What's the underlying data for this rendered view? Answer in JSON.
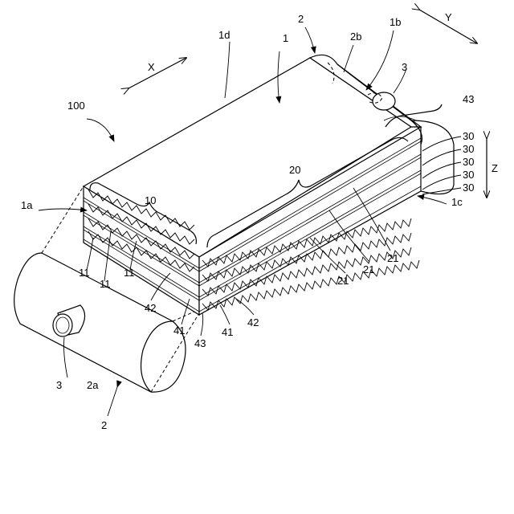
{
  "labels": {
    "n100": "100",
    "n1": "1",
    "n1a": "1a",
    "n1b": "1b",
    "n1c": "1c",
    "n1d": "1d",
    "n2_top": "2",
    "n2_bottom": "2",
    "n2a": "2a",
    "n2b": "2b",
    "n3_left": "3",
    "n3_right": "3",
    "n10": "10",
    "n11": [
      "11",
      "11",
      "11"
    ],
    "n20": "20",
    "n21": [
      "21",
      "21",
      "21"
    ],
    "n30": [
      "30",
      "30",
      "30",
      "30",
      "30"
    ],
    "n41": [
      "41",
      "41"
    ],
    "n42": [
      "42",
      "42"
    ],
    "n43_top": "43",
    "n43_bottom": "43"
  },
  "axes": {
    "x": "X",
    "y": "Y",
    "z": "Z"
  }
}
